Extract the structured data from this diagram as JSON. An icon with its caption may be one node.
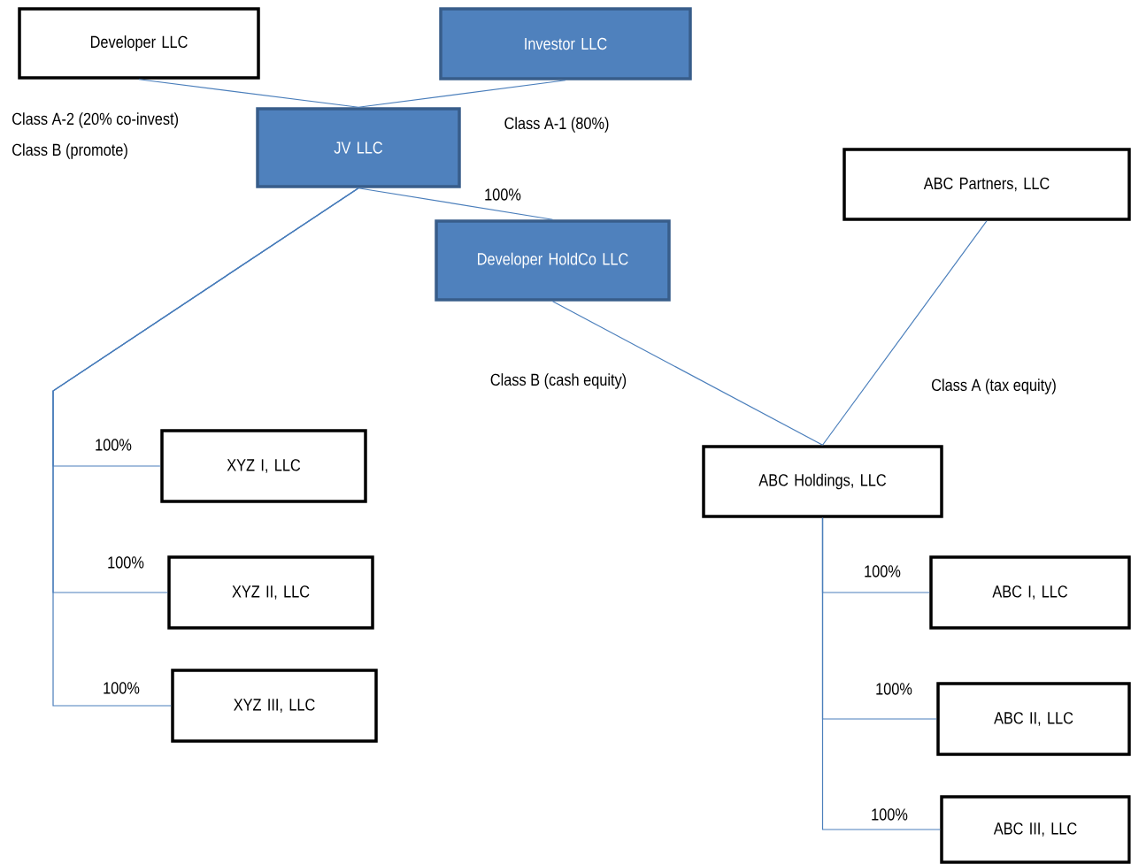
{
  "diagram": {
    "nodes": [
      {
        "text": [
          "Developer LLC"
        ]
      },
      {
        "text": [
          "Investor LLC"
        ]
      },
      {
        "text": [
          "JV LLC"
        ]
      },
      {
        "text": [
          "Developer HoldCo LLC"
        ]
      },
      {
        "text": [
          "ABC Partners, LLC"
        ]
      },
      {
        "text": [
          "XYZ I, LLC"
        ]
      },
      {
        "text": [
          "XYZ II, LLC"
        ]
      },
      {
        "text": [
          "XYZ III, LLC"
        ]
      },
      {
        "text": [
          "ABC Holdings, LLC"
        ]
      },
      {
        "text": [
          "ABC I, LLC"
        ]
      },
      {
        "text": [
          "ABC II, LLC"
        ]
      },
      {
        "text": [
          "ABC III, LLC"
        ]
      }
    ],
    "edges": [
      {
        "from": 0,
        "to": 2,
        "arrow": "none"
      },
      {
        "from": 1,
        "to": 2,
        "arrow": "none",
        "label": "Class A-1 (80%)"
      },
      {
        "from": 2,
        "to": 3,
        "arrow": "none",
        "label": "100%"
      },
      {
        "from": 3,
        "to": 8,
        "arrow": "none",
        "label": "Class B (cash equity)"
      },
      {
        "from": 4,
        "to": 8,
        "arrow": "none",
        "label": "Class A (tax equity)"
      },
      {
        "from": 2,
        "to": 5,
        "arrow": "none",
        "label": "100%"
      },
      {
        "from": 2,
        "to": 6,
        "arrow": "none",
        "label": "100%"
      },
      {
        "from": 2,
        "to": 7,
        "arrow": "none",
        "label": "100%"
      },
      {
        "from": 8,
        "to": 9,
        "arrow": "none",
        "label": "100%"
      },
      {
        "from": 8,
        "to": 10,
        "arrow": "none",
        "label": "100%"
      },
      {
        "from": 8,
        "to": 11,
        "arrow": "none",
        "label": "100%"
      }
    ],
    "labels": [
      "Class A-2 (20% co-invest)",
      "Class B (promote)"
    ]
  }
}
